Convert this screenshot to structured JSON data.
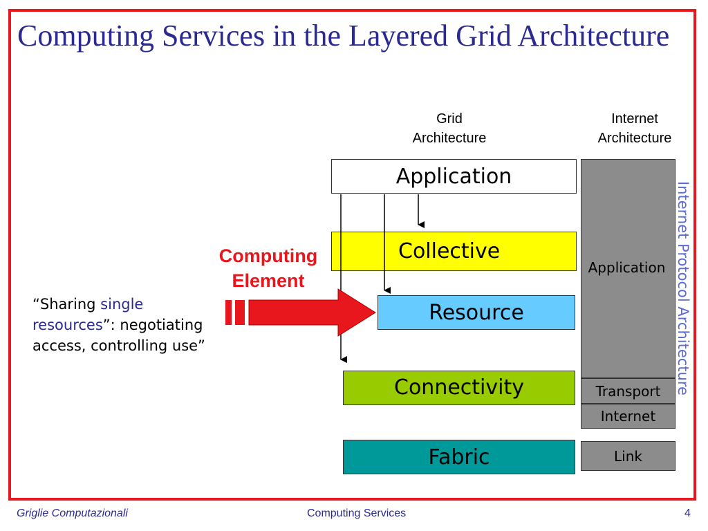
{
  "title": "Computing Services in the Layered Grid Architecture",
  "columns": {
    "grid": "Grid\nArchitecture",
    "internet": "Internet\nArchitecture"
  },
  "grid_layers": {
    "application": "Application",
    "collective": "Collective",
    "resource": "Resource",
    "connectivity": "Connectivity",
    "fabric": "Fabric"
  },
  "internet_layers": {
    "application": "Application",
    "transport": "Transport",
    "internet": "Internet",
    "link": "Link"
  },
  "side_label": "Internet Protocol Architecture",
  "computing_element": "Computing\nElement",
  "quote": {
    "open": "“Sharing ",
    "highlight": "single resources",
    "close": "”: negotiating access, controlling use”"
  },
  "footer": {
    "left": "Griglie Computazionali",
    "center": "Computing Services",
    "right": "4"
  },
  "colors": {
    "frame": "#e8161d",
    "title": "#2b2a8f",
    "collective": "#ffff00",
    "resource": "#66ccff",
    "connectivity": "#99cc00",
    "fabric": "#009999",
    "internet_stack": "#8c8c8c",
    "side_label": "#5b6ad9",
    "arrow": "#e8161d"
  }
}
